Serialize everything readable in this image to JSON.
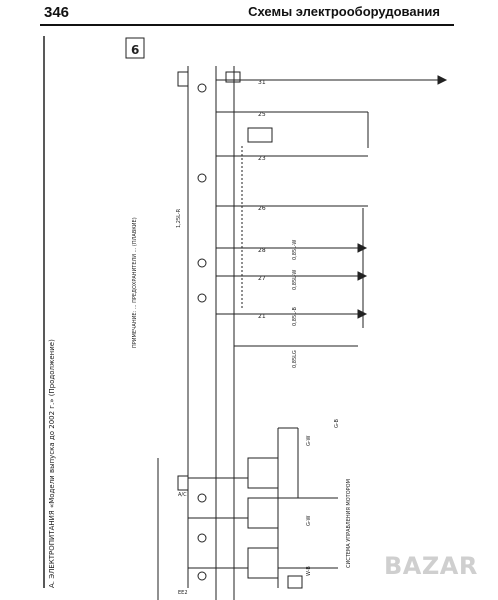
{
  "header": {
    "page_number": "346",
    "title": "Схемы электрооборудования"
  },
  "diagram": {
    "sheet_number": "6",
    "left_caption": "А. ЭЛЕКТРОПИТАНИЯ «Модели выпуска до 2002 г.» (Продолжение)",
    "note": "ПРИМЕЧАНИЕ: ... ПРЕДОХРАНИТЕЛИ ... (ПЛАВКИЕ)",
    "wire_codes": [
      "1,25L-R",
      "0,85L-W",
      "0,85L-W",
      "0,85L-B",
      "0,85LG",
      "G-W",
      "G-W",
      "W-B",
      "G-B"
    ],
    "terminal_numbers": [
      "31",
      "25",
      "23",
      "26",
      "28",
      "27",
      "21"
    ],
    "legend_title": "СИСТЕМА УПРАВЛЕНИЯ МОТОРОМ",
    "connector_labels": [
      "А/С",
      "ЕЕ2"
    ]
  },
  "watermark": "BAZAR"
}
